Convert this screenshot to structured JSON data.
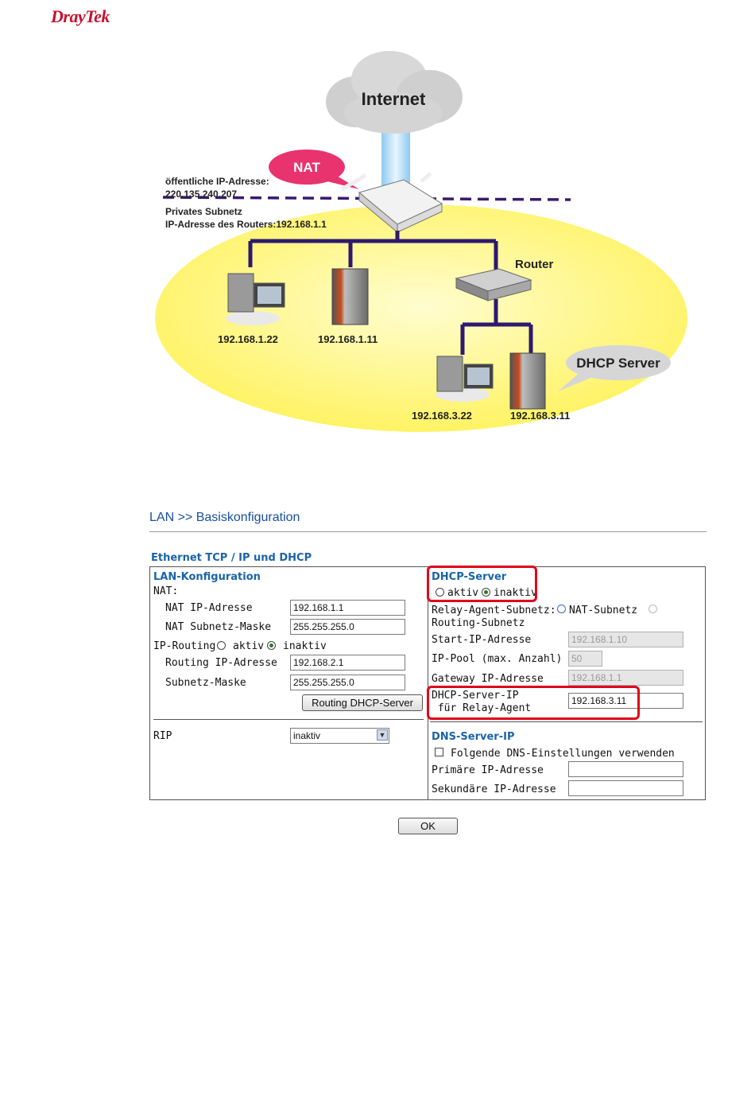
{
  "brand": {
    "logo": "DrayTek"
  },
  "diagram": {
    "cloud": "Internet",
    "nat_bubble": "NAT",
    "public_ip_label": "öffentliche IP-Adresse:",
    "public_ip": "220.135.240.207",
    "private_subnet": "Privates Subnetz",
    "router_ip_label": "IP-Adresse des Routers:192.168.1.1",
    "router_label": "Router",
    "dhcp_bubble": "DHCP Server",
    "host1": "192.168.1.22",
    "host2": "192.168.1.11",
    "host3": "192.168.3.22",
    "host4": "192.168.3.11",
    "colors": {
      "ellipse": "#fff68a",
      "links": "#2d1a6e",
      "nat": "#e8336f",
      "cloud": "#d0d0d0"
    }
  },
  "page": {
    "title": "LAN >> Basiskonfiguration",
    "section": "Ethernet TCP / IP und DHCP"
  },
  "lan": {
    "header": "LAN-Konfiguration",
    "nat_label": "NAT:",
    "nat_ip_label": "NAT IP-Adresse",
    "nat_ip_value": "192.168.1.1",
    "nat_mask_label": "NAT Subnetz-Maske",
    "nat_mask_value": "255.255.255.0",
    "ip_routing_label": "IP-Routing",
    "ip_routing_on": "aktiv",
    "ip_routing_off": "inaktiv",
    "ip_routing_selected": "inaktiv",
    "routing_ip_label": "Routing IP-Adresse",
    "routing_ip_value": "192.168.2.1",
    "subnet_mask_label": "Subnetz-Maske",
    "subnet_mask_value": "255.255.255.0",
    "routing_dhcp_button": "Routing DHCP-Server",
    "rip_label": "RIP",
    "rip_value": "inaktiv"
  },
  "dhcp": {
    "header": "DHCP-Server",
    "on": "aktiv",
    "off": "inaktiv",
    "selected": "inaktiv",
    "relay_label": "Relay-Agent-Subnetz:",
    "relay_nat": "NAT-Subnetz",
    "relay_routing": "Routing-Subnetz",
    "start_ip_label": "Start-IP-Adresse",
    "start_ip_value": "192.168.1.10",
    "pool_label": "IP-Pool (max. Anzahl)",
    "pool_value": "50",
    "gateway_label": "Gateway IP-Adresse",
    "gateway_value": "192.168.1.1",
    "server_ip_label1": "DHCP-Server-IP",
    "server_ip_label2": " für Relay-Agent",
    "server_ip_value": "192.168.3.11"
  },
  "dns": {
    "header": "DNS-Server-IP",
    "checkbox_label": "Folgende DNS-Einstellungen verwenden",
    "primary_label": "Primäre IP-Adresse",
    "primary_value": "",
    "secondary_label": "Sekundäre IP-Adresse",
    "secondary_value": ""
  },
  "actions": {
    "ok": "OK"
  },
  "highlight_color": "#e0001b"
}
